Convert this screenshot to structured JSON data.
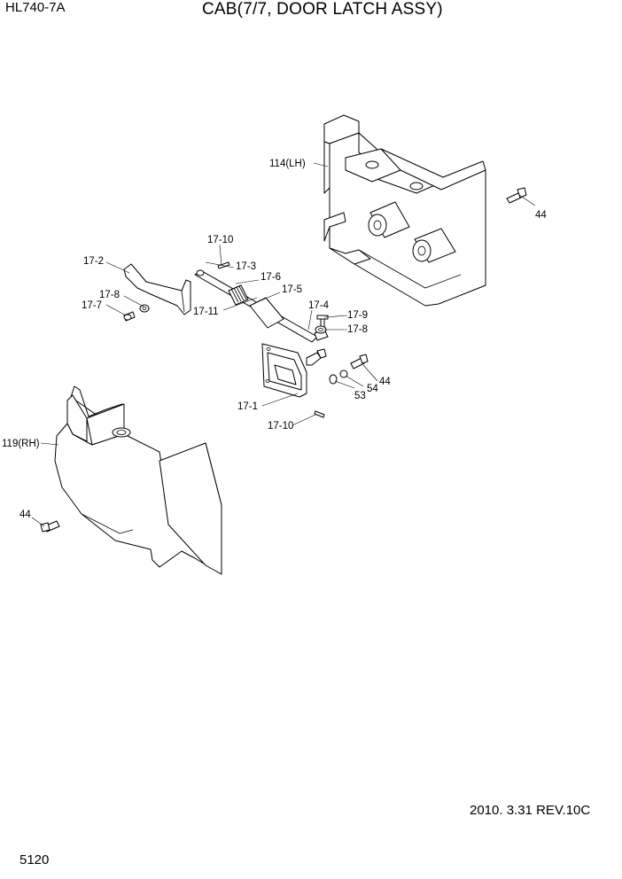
{
  "header": {
    "model": "HL740-7A",
    "title": "CAB(7/7, DOOR LATCH ASSY)"
  },
  "footer": {
    "revision": "2010. 3.31  REV.10C",
    "page_number": "5120"
  },
  "callouts": {
    "c114": "114(LH)",
    "c44a": "44",
    "c17_10a": "17-10",
    "c17_2": "17-2",
    "c17_3": "17-3",
    "c17_6": "17-6",
    "c17_5": "17-5",
    "c17_8a": "17-8",
    "c17_7": "17-7",
    "c17_11": "17-11",
    "c17_4": "17-4",
    "c17_9": "17-9",
    "c17_8b": "17-8",
    "c44b": "44",
    "c54": "54",
    "c53": "53",
    "c17_1": "17-1",
    "c17_10b": "17-10",
    "c119": "119(RH)",
    "c44c": "44"
  }
}
